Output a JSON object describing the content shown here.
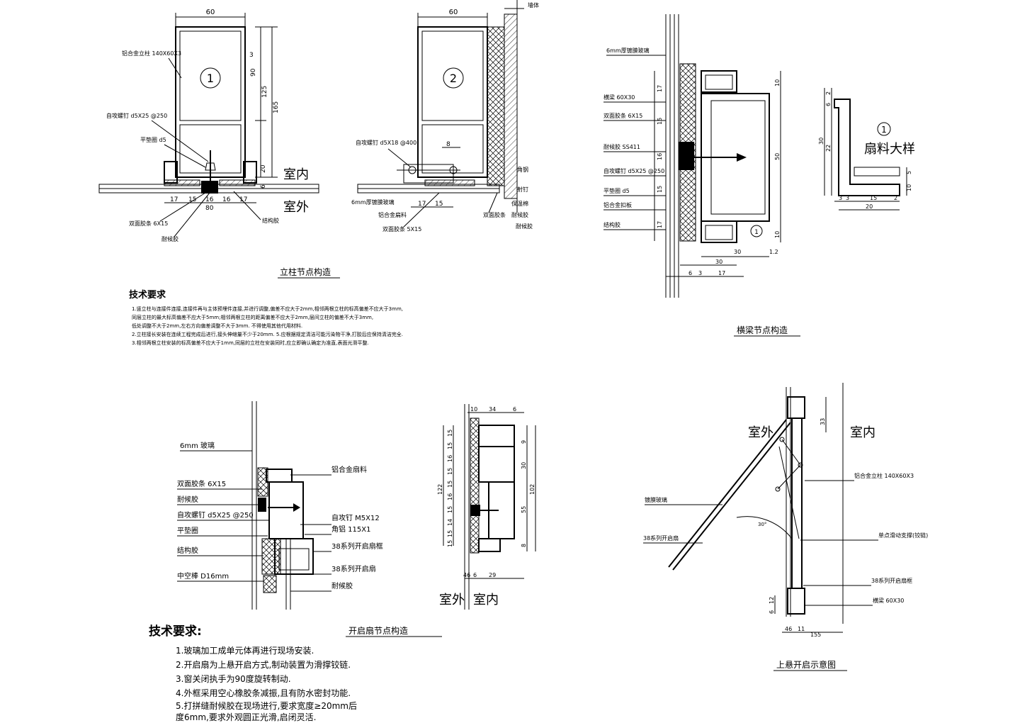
{
  "section_titles": {
    "mullion": "立柱节点构造",
    "transom": "横梁节点构造",
    "vent": "开启扇节点构造",
    "hung": "上悬开启示意图",
    "sash_detail": "扇料大样"
  },
  "labels": {
    "indoor": "室内",
    "outdoor": "室外"
  },
  "markers": {
    "m1": "1",
    "m2": "2"
  },
  "mullion1": {
    "upright": "铝合金立柱 140X60X3",
    "screw": "自攻螺钉 d5X25 @250",
    "pad": "平垫圈 d5",
    "double_tape": "双面胶条 6X15",
    "weather": "耐候胶",
    "struct": "结构胶",
    "dims": [
      "60",
      "3",
      "90",
      "125",
      "165",
      "20",
      "6",
      "17",
      "15",
      "16",
      "16",
      "17",
      "80"
    ]
  },
  "mullion2": {
    "wall": "墙体",
    "screw": "自攻螺钉 d5X18 @400",
    "glass": "6mm厚镀膜玻璃",
    "alu": "铝合金扁料",
    "double_tape": "双面胶条 5X15",
    "pad_l": "耐候胶",
    "anchor": "射钉",
    "angle": "角钢",
    "rock": "保温棉",
    "dtape2": "双面胶条",
    "weather2": "耐候胶",
    "dims": [
      "60",
      "8",
      "17",
      "15"
    ]
  },
  "transom": {
    "glass": "6mm厚镀膜玻璃",
    "beam": "横梁 60X30",
    "double_tape": "双面胶条 6X15",
    "weather": "耐候胶 SS411",
    "screw": "自攻螺钉 d5X25 @250",
    "pad": "平垫圈 d5",
    "alu": "铝合金扣板",
    "struct": "结构胶",
    "dims": [
      "17",
      "15",
      "16",
      "15",
      "17",
      "10",
      "50",
      "10",
      "30",
      "1.2",
      "30",
      "6",
      "3",
      "17"
    ]
  },
  "sash": {
    "dims": [
      "2",
      "6",
      "30",
      "22",
      "5",
      "10",
      "3",
      "3",
      "15",
      "2",
      "20"
    ]
  },
  "tech1": {
    "title": "技术要求",
    "lines": [
      "1.竖立柱与连接件连接,连接件再与主体预埋件连接,并进行调整,偏差不应大于2mm,相邻两根立柱的标高偏差不应大于3mm,",
      "  同层立柱的最大标高偏差不应大于5mm;相邻两根立柱的距离偏差不应大于2mm,层间立柱的偏差不大于3mm,",
      "  低处调整不大于2mm,左右方向偏差调整不大于3mm.                          不得使用其他代用材料.",
      "2.立柱接长安装在连续工程完成后进行,接头伸缩量不少于20mm.      5.应根据规定清洁可能污染物干净,打胶后应保持清洁完全.",
      "3.相邻两根立柱安装的标高偏差不应大于1mm,同层的立柱在安装同时,应立即确认确定为准直,表面光滑平整."
    ]
  },
  "vent": {
    "glass": "6mm 玻璃",
    "alu": "铝合金扇料",
    "double_tape": "双面胶条 6X15",
    "weather": "耐候胶",
    "screw": "自攻螺钉 d5X25 @250",
    "pad": "平垫圈",
    "screw2": "自攻钉 M5X12",
    "angle": "角铝 115X1",
    "struct": "结构胶",
    "frame": "38系列开启扇框",
    "sash38": "38系列开启扇",
    "rod": "中空棒 D16mm",
    "weather2": "耐候胶",
    "dims_top": [
      "10",
      "34",
      "6"
    ],
    "dims_left": [
      "15",
      "15",
      "16",
      "15",
      "15",
      "16",
      "15",
      "14",
      "15",
      "15"
    ],
    "dims_right": [
      "9",
      "30",
      "55",
      "8",
      "102"
    ],
    "dims_left_total": "122",
    "dims_bottom": [
      "46",
      "6",
      "29"
    ]
  },
  "tech2": {
    "title": "技术要求:",
    "lines": [
      "1.玻璃加工成单元体再进行现场安装.",
      "2.开启扇为上悬开启方式,制动装置为滑撑铰链.",
      "3.窗关闭执手为90度旋转制动.",
      "4.外框采用空心橡胶条减振,且有防水密封功能.",
      "5.打拼缝耐候胶在现场进行,要求宽度≥20mm后",
      "  度6mm,要求外观圆正光滑,启闭灵活."
    ]
  },
  "hung": {
    "upright": "铝合金立柱 140X60X3",
    "glass": "镀膜玻璃",
    "sash": "38系列开启扇",
    "stay": "单点滑动支撑(铰链)",
    "frame": "38系列开启扇框",
    "beam": "横梁 60X30",
    "angle": "30°",
    "dims": [
      "33",
      "46",
      "11",
      "155",
      "12",
      "6"
    ]
  }
}
